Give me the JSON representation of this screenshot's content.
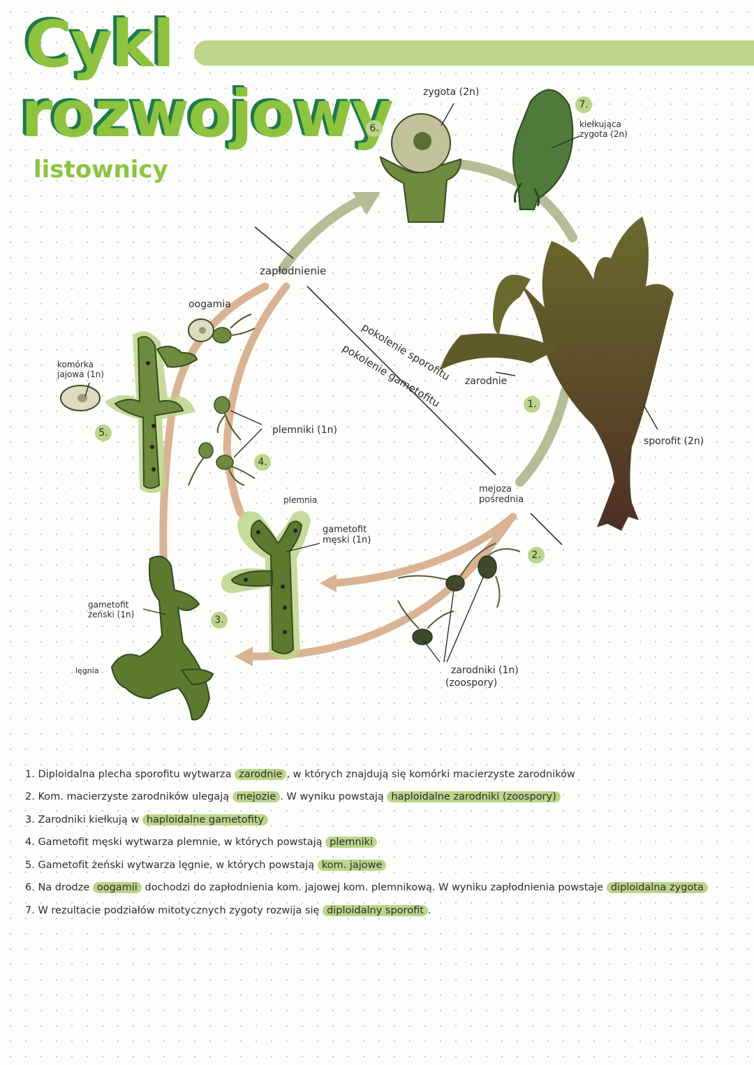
{
  "title": {
    "line1": "Cykl",
    "line2": "rozwojowy",
    "subtitle": "listownicy"
  },
  "labels": {
    "zygota": "zygota (2n)",
    "kielkujaca_zygota": "kiełkująca zygota (2n)",
    "zaplodnienie": "zapłodnienie",
    "oogamia": "oogamia",
    "komorka_jajowa": "komórka jajowa (1n)",
    "plemniki": "plemniki (1n)",
    "plemnia": "plemnia",
    "gametofit_meski": "gametofit męski (1n)",
    "gametofit_zenski": "gametofit żeński (1n)",
    "legnia": "lęgnia",
    "pokolenie_sporofitu": "pokolenie sporofitu",
    "pokolenie_gametofitu": "pokolenie gametofitu",
    "zarodnie": "zarodnie",
    "sporofit": "sporofit (2n)",
    "mejoza_posrednia": "mejoza pośrednia",
    "zarodniki": "zarodniki (1n)",
    "zoospory": "(zoospory)"
  },
  "stage_numbers": [
    "1.",
    "2.",
    "3.",
    "4.",
    "5.",
    "6.",
    "7."
  ],
  "colors": {
    "title_green": "#8dc33f",
    "title_shadow": "#1f7a4a",
    "highlight": "#bcd58a",
    "sporophyte_arrow": "#b5bd97",
    "gametophyte_arrow": "#d9b394",
    "sporophyte_brown": "#5c4a2e",
    "gametophyte_green": "#6e8a3e"
  },
  "steps": [
    {
      "num": "1.",
      "before": "Diploidalna plecha sporofitu wytwarza",
      "hl": "zarodnie",
      "after": ", w których znajdują się komórki macierzyste zarodników"
    },
    {
      "num": "2.",
      "before": "Kom. macierzyste zarodników ulegają",
      "hl": "mejozie",
      "after": ". W wyniku powstają",
      "hl2": "haploidalne zarodniki (zoospory)",
      "after2": ""
    },
    {
      "num": "3.",
      "before": "Zarodniki kiełkują w",
      "hl": "haploidalne gametofity",
      "after": ""
    },
    {
      "num": "4.",
      "before": "Gametofit męski wytwarza plemnie, w których powstają",
      "hl": "plemniki",
      "after": ""
    },
    {
      "num": "5.",
      "before": "Gametofit żeński wytwarza lęgnie, w których powstają",
      "hl": "kom. jajowe",
      "after": ""
    },
    {
      "num": "6.",
      "before": "Na drodze",
      "hl": "oogamii",
      "after": "dochodzi do zapłodnienia kom. jajowej kom. plemnikową. W wyniku zapłodnienia powstaje",
      "hl2": "diploidalna zygota",
      "after2": ""
    },
    {
      "num": "7.",
      "before": "W rezultacie podziałów mitotycznych zygoty rozwija się",
      "hl": "diploidalny sporofit",
      "after": "."
    }
  ]
}
